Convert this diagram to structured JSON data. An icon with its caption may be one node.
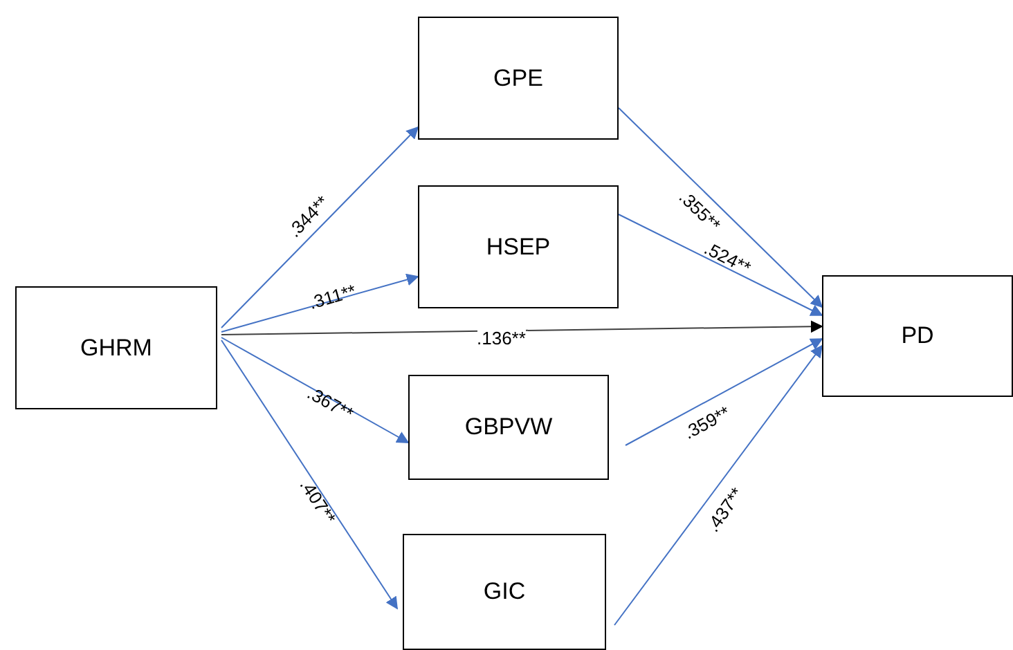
{
  "diagram": {
    "nodes": [
      {
        "text": [
          "GHRM"
        ]
      },
      {
        "text": [
          "GPE"
        ]
      },
      {
        "text": [
          "HSEP"
        ]
      },
      {
        "text": [
          "GBPVW"
        ]
      },
      {
        "text": [
          "GIC"
        ]
      },
      {
        "text": [
          "PD"
        ]
      }
    ],
    "edges": [
      {
        "from": 0,
        "to": 1,
        "arrow": "to",
        "label": ".344**"
      },
      {
        "from": 0,
        "to": 2,
        "arrow": "to",
        "label": ".311**"
      },
      {
        "from": 0,
        "to": 5,
        "arrow": "to",
        "label": ".136**",
        "color": "#404040"
      },
      {
        "from": 0,
        "to": 3,
        "arrow": "to",
        "label": ".367**"
      },
      {
        "from": 0,
        "to": 4,
        "arrow": "to",
        "label": ".407**"
      },
      {
        "from": 1,
        "to": 5,
        "arrow": "to",
        "label": ".355**"
      },
      {
        "from": 2,
        "to": 5,
        "arrow": "to",
        "label": ".524**"
      },
      {
        "from": 3,
        "to": 5,
        "arrow": "to",
        "label": ".359**"
      },
      {
        "from": 4,
        "to": 5,
        "arrow": "to",
        "label": ".437**"
      }
    ]
  }
}
